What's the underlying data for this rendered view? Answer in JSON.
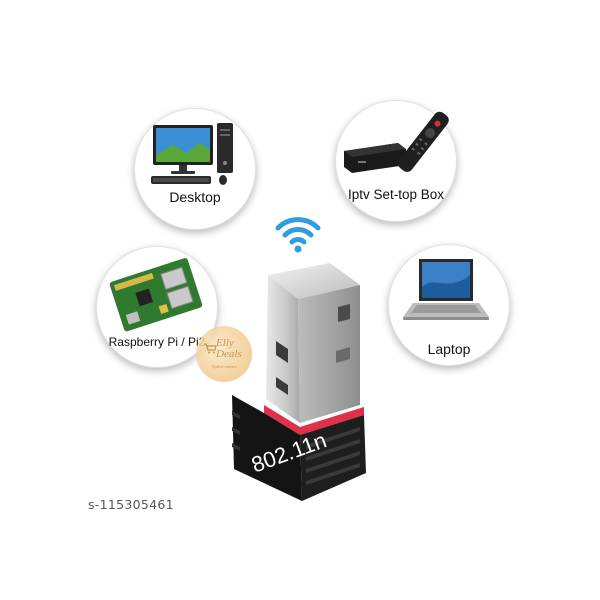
{
  "devices": {
    "desktop": {
      "label": "Desktop",
      "icon": "desktop-computer-icon"
    },
    "iptv": {
      "label": "Iptv Set-top Box",
      "icon": "set-top-box-icon"
    },
    "raspberry": {
      "label": "Raspberry Pi / Pi2",
      "icon": "raspberry-pi-board-icon"
    },
    "laptop": {
      "label": "Laptop",
      "icon": "laptop-icon"
    }
  },
  "adapter": {
    "standard_label": "802.11n",
    "icon": "wifi-signal-icon",
    "accent_color": "#e0304a",
    "body_color": "#141414"
  },
  "watermark": {
    "brand": "Elly Deals",
    "tagline": "Quality matters"
  },
  "product_code": "s-115305461",
  "colors": {
    "wifi_blue": "#2f9de0",
    "background": "#ffffff"
  }
}
